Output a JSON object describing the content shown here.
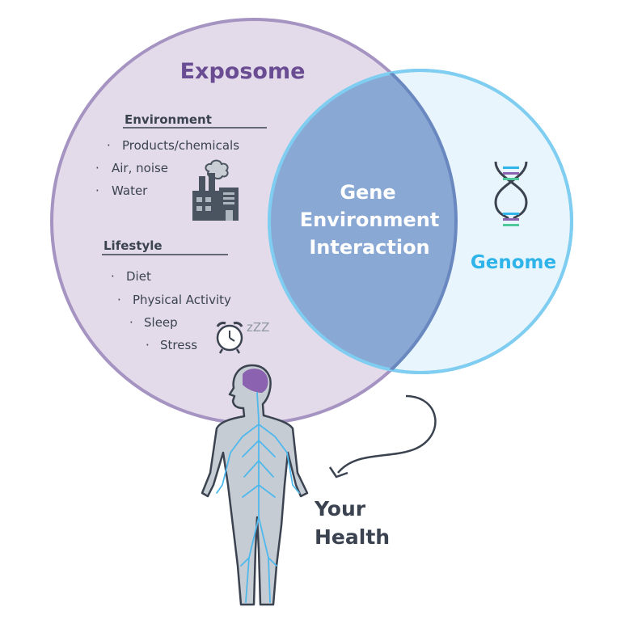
{
  "colors": {
    "exposome_fill": "#e4dbea",
    "exposome_stroke": "#a593c2",
    "exposome_title": "#6a4c93",
    "genome_fill": "#e8f5fc",
    "genome_stroke": "#7fcdf0",
    "genome_title": "#2fb4ea",
    "overlap_fill": "#8aa8d4",
    "overlap_stroke": "#6a88c0",
    "dark_text": "#3b4350",
    "nerve": "#4fb8ec",
    "body_fill": "#c6ccd3",
    "brain": "#8a62b0"
  },
  "exposome": {
    "title": "Exposome"
  },
  "genome": {
    "title": "Genome"
  },
  "environment": {
    "heading": "Environment",
    "items": [
      "Products/chemicals",
      "Air, noise",
      "Water"
    ]
  },
  "lifestyle": {
    "heading": "Lifestyle",
    "items": [
      "Diet",
      "Physical Activity",
      "Sleep",
      "Stress"
    ]
  },
  "interaction": {
    "lines": [
      "Gene",
      "Environment",
      "Interaction"
    ]
  },
  "health": {
    "lines": [
      "Your",
      "Health"
    ]
  },
  "icons": [
    "factory-icon",
    "alarm-clock-icon",
    "sleep-zzz-icon",
    "dna-icon",
    "human-body-icon",
    "curved-arrow-icon"
  ],
  "zzz": "zZZ",
  "bullet": "·"
}
